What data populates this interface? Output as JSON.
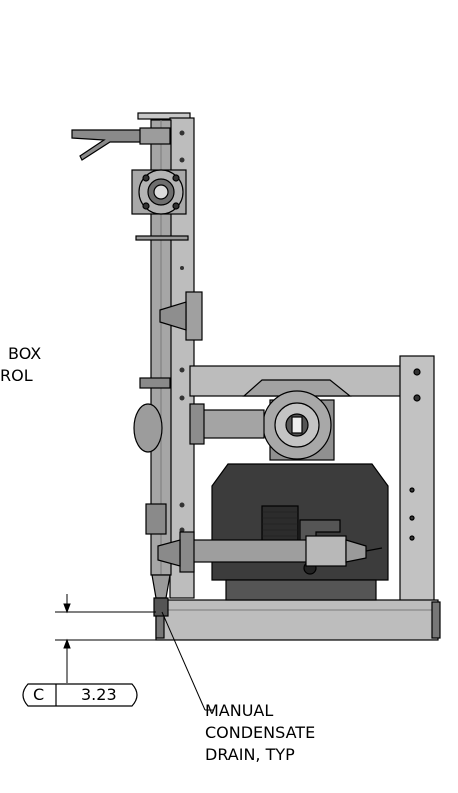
{
  "labels": {
    "left_top": "BOX",
    "left_bottom": "ROL"
  },
  "dimension": {
    "letter": "C",
    "value": "3.23"
  },
  "note": {
    "line1": "MANUAL",
    "line2": "CONDENSATE",
    "line3": "DRAIN, TYP"
  },
  "colors": {
    "frame": "#b8b8b8",
    "frame_dark": "#8c8c8c",
    "motor": "#3c3c3c",
    "pipe": "#9e9e9e",
    "outline": "#000000"
  }
}
